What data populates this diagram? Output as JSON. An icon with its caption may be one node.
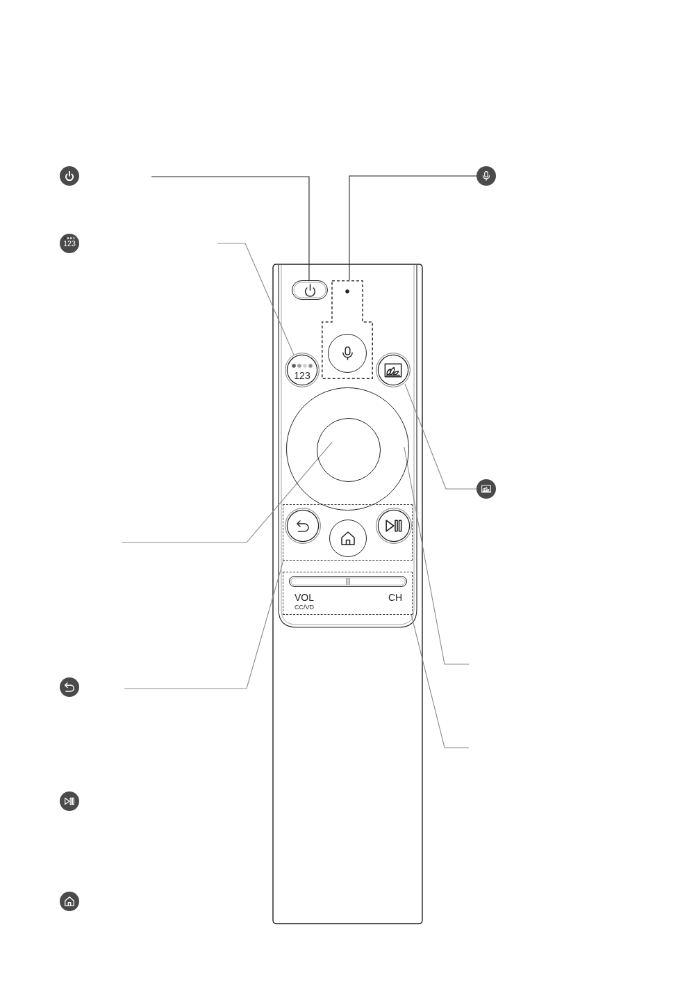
{
  "diagram": {
    "nodes": [
      {
        "text": [],
        "shape": "box"
      },
      {
        "text": [],
        "shape": "box"
      },
      {
        "text": [
          "123"
        ]
      },
      {
        "text": [],
        "shape": "circle",
        "in": 1
      },
      {
        "text": [],
        "shape": "circle"
      },
      {
        "text": [],
        "shape": "circle"
      },
      {
        "text": [],
        "shape": "circle",
        "in": 5
      },
      {
        "text": [],
        "shape": "box"
      },
      {
        "text": [],
        "shape": "circle",
        "in": 7
      },
      {
        "text": [],
        "shape": "circle",
        "in": 7
      },
      {
        "text": [],
        "shape": "circle",
        "in": 7
      },
      {
        "text": [
          "VOL",
          "CC/VD",
          "CH"
        ]
      },
      {
        "text": [],
        "shape": "bar",
        "in": 11
      },
      {
        "text": [],
        "shape": "circle"
      },
      {
        "text": [],
        "shape": "circle"
      }
    ],
    "edges": [
      {
        "from": null,
        "to": 0,
        "arrow": "none",
        "color": "#231f20"
      },
      {
        "from": 13,
        "to": 1,
        "arrow": "none",
        "color": "#231f20"
      },
      {
        "from": null,
        "to": 2,
        "arrow": "none"
      },
      {
        "from": 14,
        "to": 4,
        "arrow": "none"
      },
      {
        "from": null,
        "to": 6,
        "arrow": "none"
      },
      {
        "from": null,
        "to": 5,
        "arrow": "none"
      },
      {
        "from": null,
        "to": 7,
        "arrow": "none"
      },
      {
        "from": null,
        "to": 11,
        "arrow": "none"
      }
    ],
    "labels": [
      "123"
    ]
  }
}
